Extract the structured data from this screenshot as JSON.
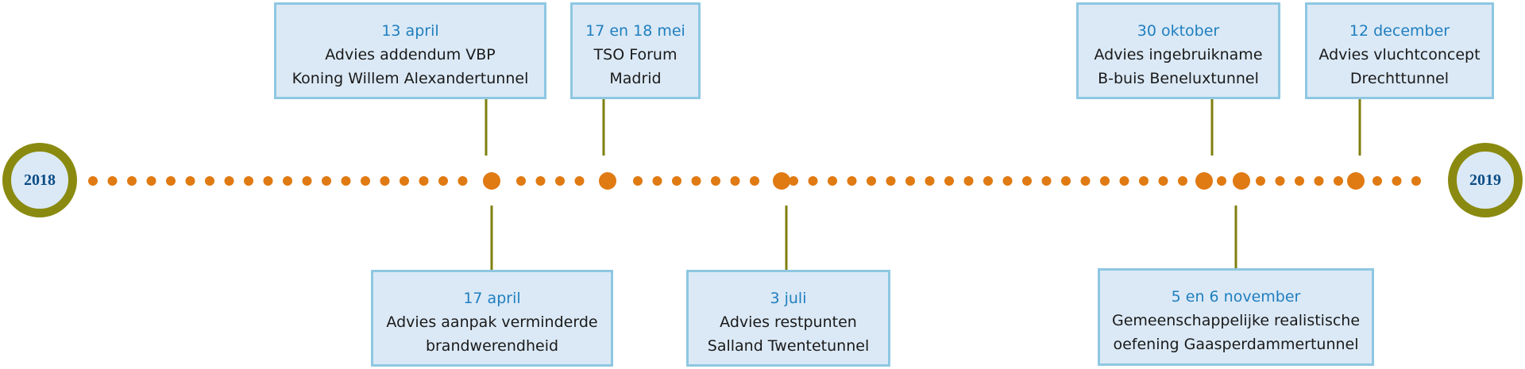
{
  "colors": {
    "dot": "#e07a12",
    "connector": "#7f7f10",
    "year_ring": "#8a8a10",
    "year_fill": "#dbe9f6",
    "year_text": "#0a4c85",
    "box_fill": "#dbe9f6",
    "box_border": "#8ec7e2",
    "date_text": "#1f7fbf"
  },
  "timeline": {
    "start_year": "2018",
    "end_year": "2019",
    "events": [
      {
        "id": "13-april",
        "date": "13 april",
        "description": "Advies addendum VBP\nKoning Willem Alexandertunnel"
      },
      {
        "id": "17-18-mei",
        "date": "17 en 18 mei",
        "description": "TSO Forum\nMadrid"
      },
      {
        "id": "30-oktober",
        "date": "30 oktober",
        "description": "Advies ingebruikname\nB-buis Beneluxtunnel"
      },
      {
        "id": "12-december",
        "date": "12 december",
        "description": "Advies vluchtconcept\nDrechttunnel"
      },
      {
        "id": "17-april",
        "date": "17 april",
        "description": "Advies aanpak verminderde\nbrandwerendheid"
      },
      {
        "id": "3-juli",
        "date": "3 juli",
        "description": "Advies restpunten\nSalland Twentetunnel"
      },
      {
        "id": "5-6-november",
        "date": "5 en 6 november",
        "description": "Gemeenschappelijke realistische\noefening Gaasperdammertunnel"
      }
    ]
  }
}
